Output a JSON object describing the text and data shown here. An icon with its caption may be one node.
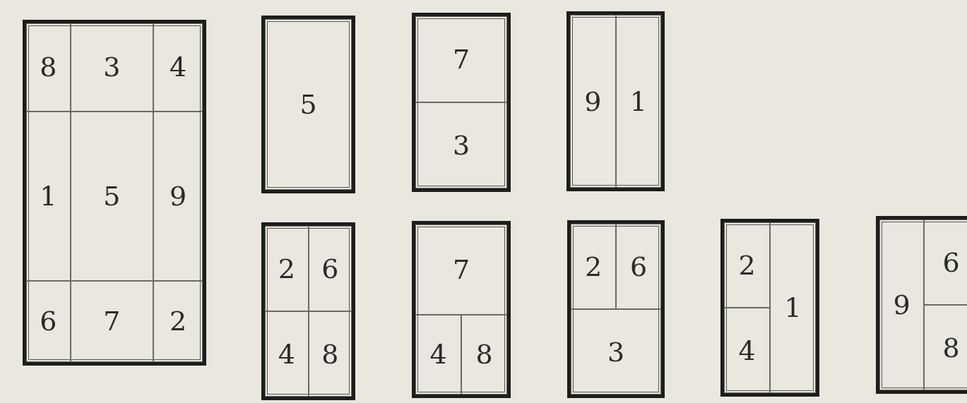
{
  "diagram": {
    "nodes": [
      {
        "text": [],
        "shape": "box"
      },
      {
        "text": [
          "8"
        ],
        "in": 0
      },
      {
        "text": [
          "3"
        ],
        "in": 0
      },
      {
        "text": [
          "4"
        ],
        "in": 0
      },
      {
        "text": [
          "1"
        ],
        "in": 0
      },
      {
        "text": [
          "5"
        ],
        "in": 0
      },
      {
        "text": [
          "9"
        ],
        "in": 0
      },
      {
        "text": [
          "6"
        ],
        "in": 0
      },
      {
        "text": [
          "7"
        ],
        "in": 0
      },
      {
        "text": [
          "2"
        ],
        "in": 0
      },
      {
        "text": [],
        "shape": "box"
      },
      {
        "text": [
          "5"
        ],
        "in": 10
      },
      {
        "text": [],
        "shape": "box"
      },
      {
        "text": [
          "7"
        ],
        "in": 12
      },
      {
        "text": [
          "3"
        ],
        "in": 12
      },
      {
        "text": [],
        "shape": "box"
      },
      {
        "text": [
          "9"
        ],
        "in": 15
      },
      {
        "text": [
          "1"
        ],
        "in": 15
      },
      {
        "text": [],
        "shape": "box"
      },
      {
        "text": [
          "2"
        ],
        "in": 18
      },
      {
        "text": [
          "6"
        ],
        "in": 18
      },
      {
        "text": [
          "4"
        ],
        "in": 18
      },
      {
        "text": [
          "8"
        ],
        "in": 18
      },
      {
        "text": [],
        "shape": "box"
      },
      {
        "text": [
          "7"
        ],
        "in": 23
      },
      {
        "text": [
          "4"
        ],
        "in": 23
      },
      {
        "text": [
          "8"
        ],
        "in": 23
      },
      {
        "text": [],
        "shape": "box"
      },
      {
        "text": [
          "2"
        ],
        "in": 27
      },
      {
        "text": [
          "6"
        ],
        "in": 27
      },
      {
        "text": [
          "3"
        ],
        "in": 27
      },
      {
        "text": [],
        "shape": "box"
      },
      {
        "text": [
          "2"
        ],
        "in": 31
      },
      {
        "text": [
          "4"
        ],
        "in": 31
      },
      {
        "text": [
          "1"
        ],
        "in": 31
      },
      {
        "text": [],
        "shape": "box"
      },
      {
        "text": [
          "9"
        ],
        "in": 35
      },
      {
        "text": [
          "6"
        ],
        "in": 35
      },
      {
        "text": [
          "8"
        ],
        "in": 35
      }
    ]
  }
}
